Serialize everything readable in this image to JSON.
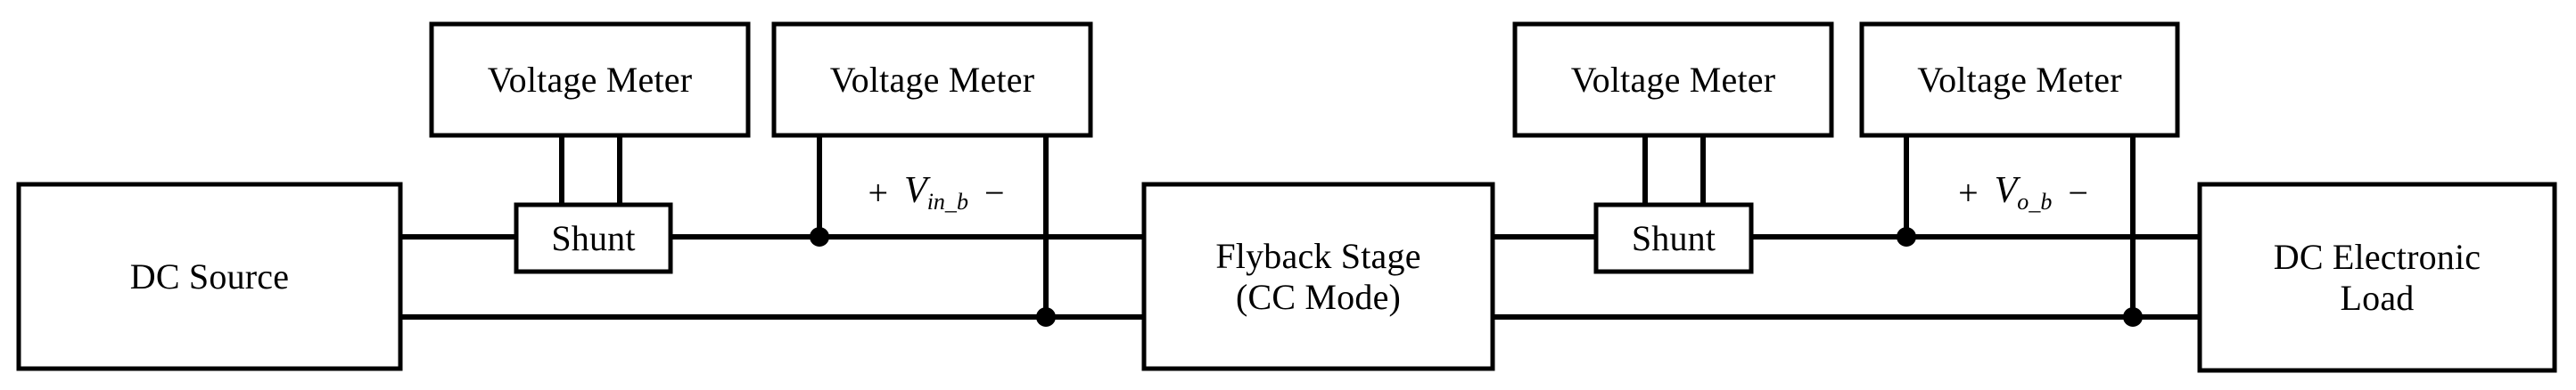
{
  "diagram": {
    "title": "Flyback converter test setup block diagram",
    "stroke_color": "#000000",
    "background_color": "#ffffff",
    "blocks": [
      {
        "id": "dc-source",
        "label": "DC Source"
      },
      {
        "id": "voltage-meter-1",
        "label": "Voltage Meter"
      },
      {
        "id": "shunt-1",
        "label": "Shunt"
      },
      {
        "id": "voltage-meter-2",
        "label": "Voltage Meter"
      },
      {
        "id": "flyback-stage",
        "label": "Flyback Stage\n(CC Mode)"
      },
      {
        "id": "voltage-meter-3",
        "label": "Voltage Meter"
      },
      {
        "id": "shunt-2",
        "label": "Shunt"
      },
      {
        "id": "voltage-meter-4",
        "label": "Voltage Meter"
      },
      {
        "id": "dc-electronic-load",
        "label": "DC Electronic\nLoad"
      }
    ],
    "annotations": [
      {
        "id": "v-in-b",
        "plus": "+",
        "symbol": "V",
        "subscript": "in_b",
        "minus": "−"
      },
      {
        "id": "v-o-b",
        "plus": "+",
        "symbol": "V",
        "subscript": "o_b",
        "minus": "−"
      }
    ]
  }
}
